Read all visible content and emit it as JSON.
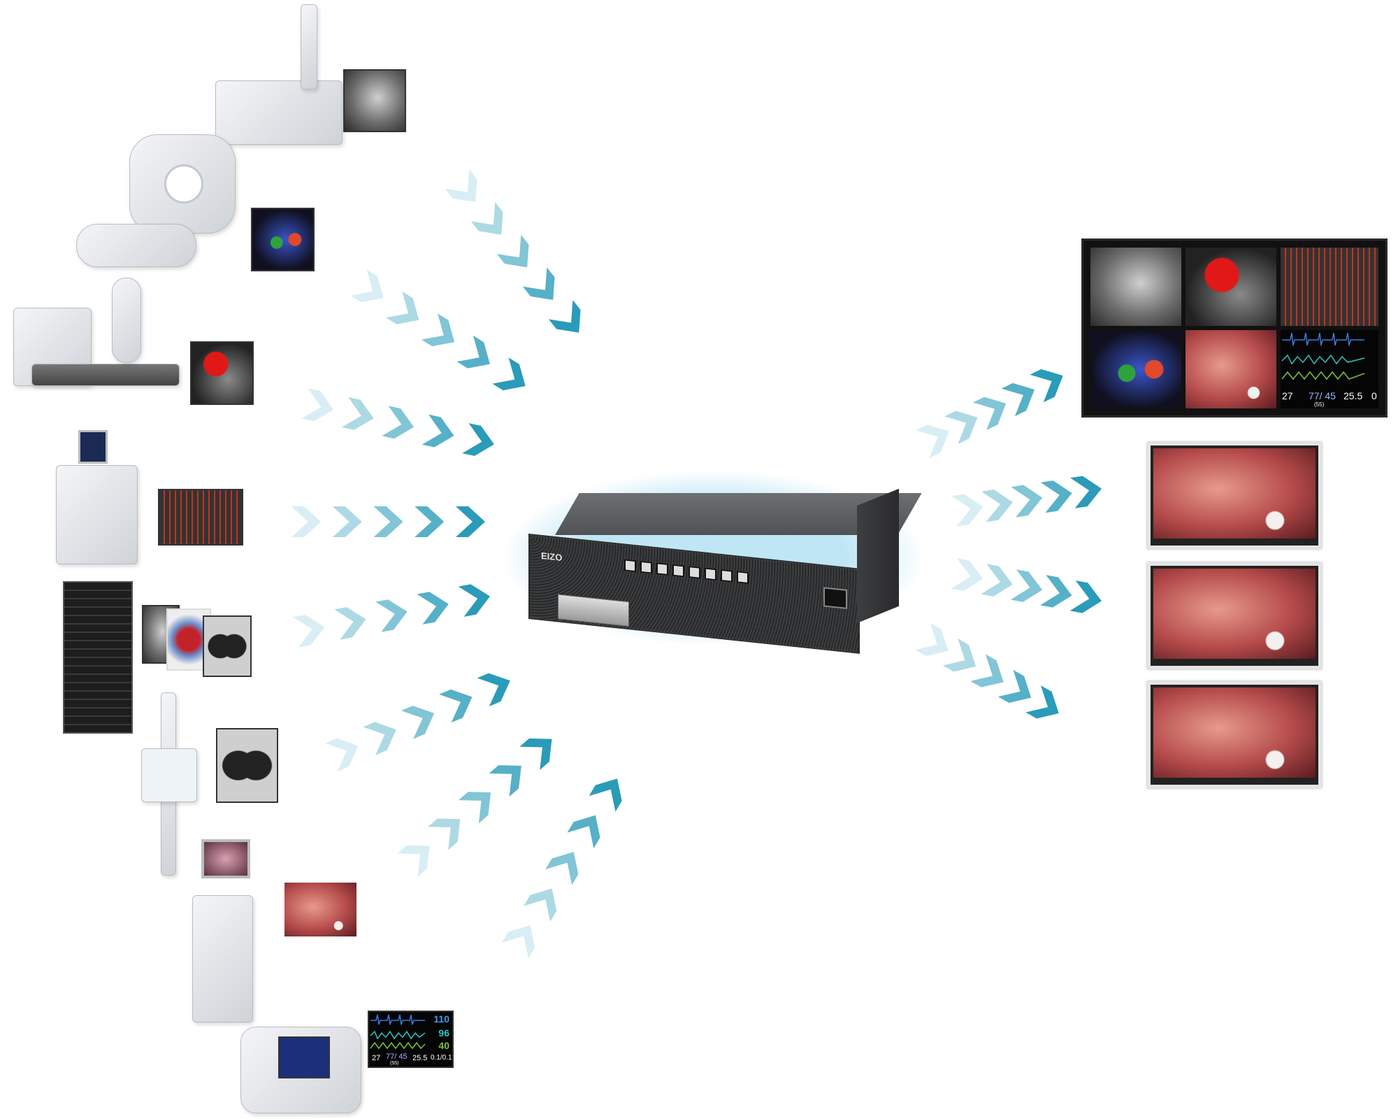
{
  "hub": {
    "brand_logo": "EIZO",
    "name": "video-hub"
  },
  "sources": [
    {
      "id": "xray-table",
      "image": "fluoroscopy"
    },
    {
      "id": "ct-scanner",
      "image": "ct-scan"
    },
    {
      "id": "angiography",
      "image": "angiogram"
    },
    {
      "id": "ultrasound",
      "image": "ultrasound"
    },
    {
      "id": "pacs-server",
      "image": "radiology"
    },
    {
      "id": "dr-stand",
      "image": "chest-xray"
    },
    {
      "id": "endoscopy-tower",
      "image": "endoscopy"
    },
    {
      "id": "patient-monitor",
      "image": "vitals"
    }
  ],
  "vitals_small": {
    "hr": "110",
    "spo2": "96",
    "resp": "40",
    "etco2": "27",
    "abp": "77/ 45",
    "abp_mean": "(55)",
    "temp": "25.5",
    "other": "0.1/0.1"
  },
  "vitals_large": {
    "etco2": "27",
    "abp": "77/ 45",
    "abp_mean": "(55)",
    "temp": "25.5",
    "other": "0"
  },
  "colors": {
    "arrow": "#2a9bb8",
    "arrow_light": "#d8eef4",
    "glow": "#bfe6f5"
  }
}
